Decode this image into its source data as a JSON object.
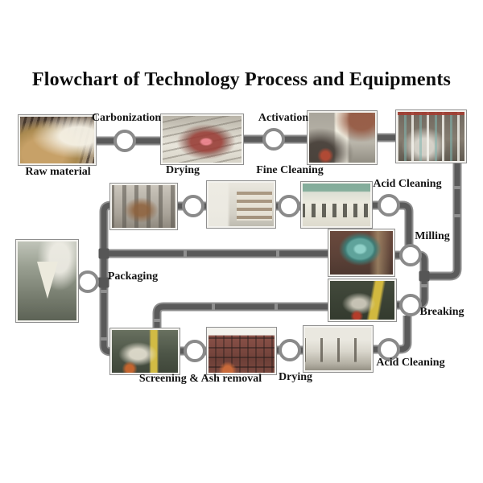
{
  "title": "Flowchart of Technology Process and Equipments",
  "labels": {
    "carbonization": "Carbonization",
    "activation": "Activation",
    "raw_material": "Raw material",
    "drying_top": "Drying",
    "fine_cleaning": "Fine Cleaning",
    "acid_cleaning_upper": "Acid Cleaning",
    "milling": "Milling",
    "packaging": "Packaging",
    "breaking": "Breaking",
    "acid_cleaning_lower": "Acid Cleaning",
    "drying_bottom": "Drying",
    "screening_ash_removal": "Screening & Ash removal"
  },
  "stages_in_flow_order": [
    "Raw material",
    "Carbonization",
    "Drying",
    "Activation",
    "Fine Cleaning",
    "Acid Cleaning",
    "Milling",
    "Breaking",
    "Acid Cleaning",
    "Drying",
    "Screening & Ash removal",
    "Packaging"
  ],
  "connector_node_count": 11,
  "equipment_photo_count": 13,
  "colors": {
    "background": "#ffffff",
    "pipe": "#5a5a5a",
    "pipe_highlight": "#8e8e8e",
    "connector_ring": "#8a8a8a",
    "connector_fill": "#ffffff",
    "text": "#111111"
  }
}
